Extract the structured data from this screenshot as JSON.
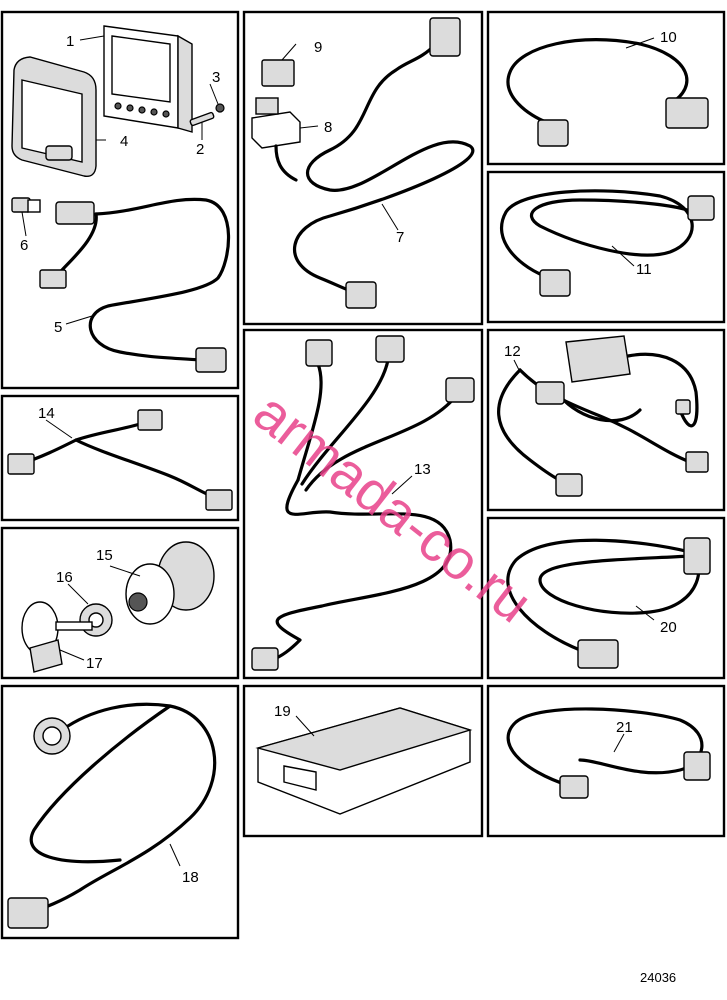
{
  "callouts": [
    "1",
    "2",
    "3",
    "4",
    "5",
    "6",
    "7",
    "8",
    "9",
    "10",
    "11",
    "12",
    "13",
    "14",
    "15",
    "16",
    "17",
    "18",
    "19",
    "20",
    "21"
  ],
  "watermark": "armada-co.ru",
  "figure_ref": "24036"
}
